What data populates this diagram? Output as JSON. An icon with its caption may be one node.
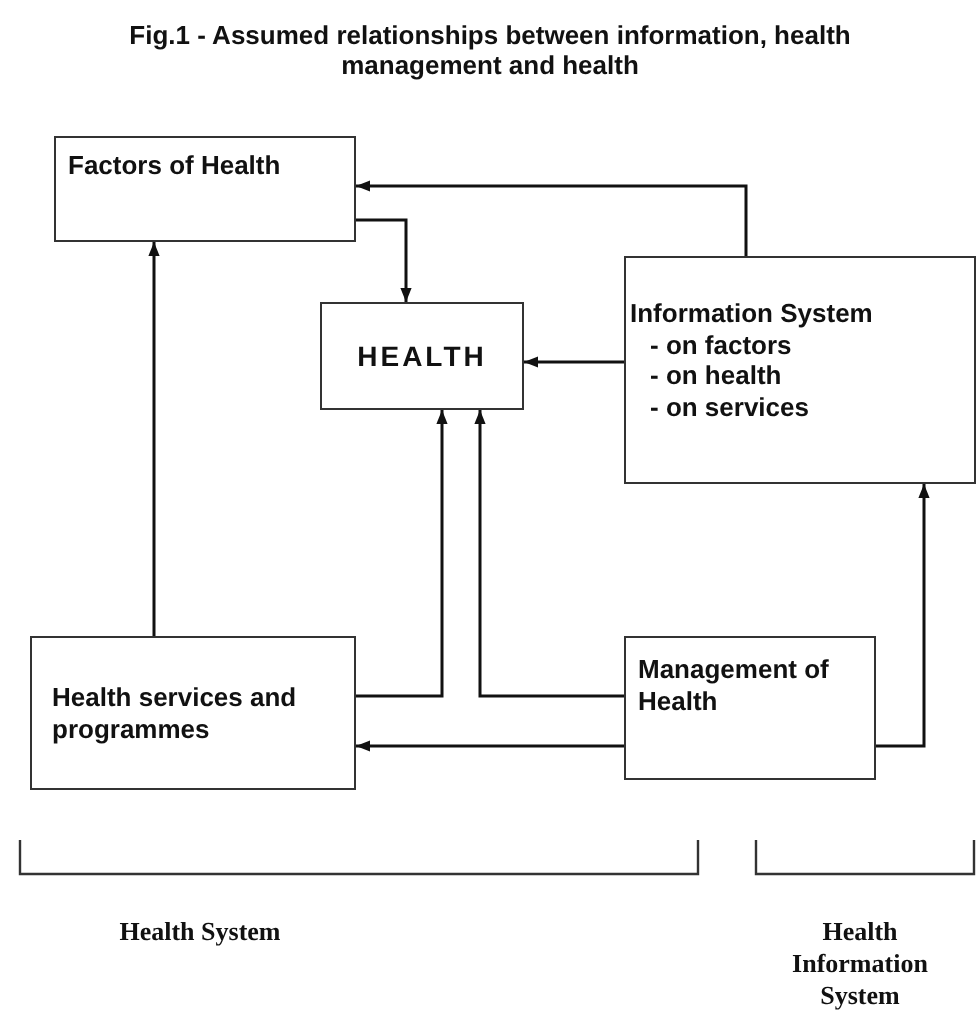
{
  "diagram": {
    "title": "Fig.1 - Assumed relationships between information, health management and health",
    "nodes": [
      {
        "text": [
          "Factors of Health"
        ]
      },
      {
        "text": [
          "HEALTH"
        ]
      },
      {
        "text": [
          "Information System",
          "- on factors",
          "- on health",
          "- on services"
        ]
      },
      {
        "text": [
          "Health services and programmes"
        ]
      },
      {
        "text": [
          "Management of Health"
        ]
      }
    ],
    "edges": [
      {
        "from": 2,
        "to": 0,
        "arrow": "to"
      },
      {
        "from": 0,
        "to": 1,
        "arrow": "to"
      },
      {
        "from": 2,
        "to": 1,
        "arrow": "to"
      },
      {
        "from": 3,
        "to": 0,
        "arrow": "to"
      },
      {
        "from": 3,
        "to": 1,
        "arrow": "to"
      },
      {
        "from": 4,
        "to": 1,
        "arrow": "to"
      },
      {
        "from": 4,
        "to": 3,
        "arrow": "to"
      },
      {
        "from": 4,
        "to": 2,
        "arrow": "to"
      }
    ],
    "labels": [
      "Health System",
      "Health Information System"
    ]
  }
}
